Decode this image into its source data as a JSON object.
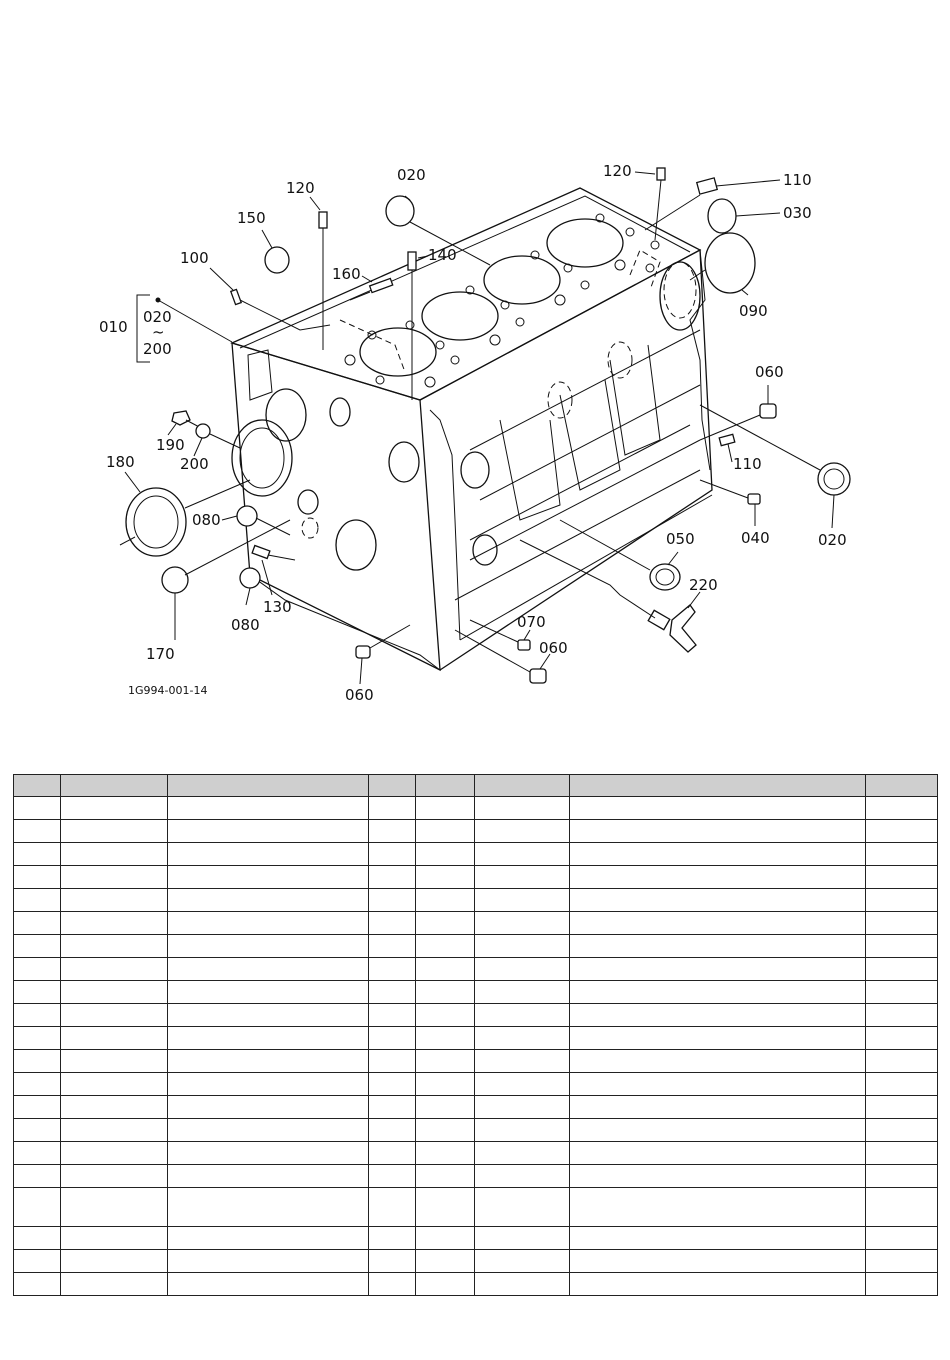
{
  "figure": {
    "code": "1G994-001-14",
    "callouts": {
      "c010": "010",
      "c020a": "020",
      "c020b": "020",
      "c020c": "020",
      "c030": "030",
      "c040": "040",
      "c050": "050",
      "c060a": "060",
      "c060b": "060",
      "c060c": "060",
      "c070": "070",
      "c080a": "080",
      "c080b": "080",
      "c090": "090",
      "c100": "100",
      "c110a": "110",
      "c110b": "110",
      "c120a": "120",
      "c120b": "120",
      "c130": "130",
      "c140": "140",
      "c150": "150",
      "c160": "160",
      "c170": "170",
      "c180": "180",
      "c190": "190",
      "c200a": "200",
      "c200b": "200",
      "c220": "220",
      "tilde": "~"
    }
  },
  "table": {
    "headers": [
      "",
      "",
      "",
      "",
      "",
      "",
      "",
      ""
    ],
    "rows": [
      [
        "",
        "",
        "",
        "",
        "",
        "",
        "",
        ""
      ],
      [
        "",
        "",
        "",
        "",
        "",
        "",
        "",
        ""
      ],
      [
        "",
        "",
        "",
        "",
        "",
        "",
        "",
        ""
      ],
      [
        "",
        "",
        "",
        "",
        "",
        "",
        "",
        ""
      ],
      [
        "",
        "",
        "",
        "",
        "",
        "",
        "",
        ""
      ],
      [
        "",
        "",
        "",
        "",
        "",
        "",
        "",
        ""
      ],
      [
        "",
        "",
        "",
        "",
        "",
        "",
        "",
        ""
      ],
      [
        "",
        "",
        "",
        "",
        "",
        "",
        "",
        ""
      ],
      [
        "",
        "",
        "",
        "",
        "",
        "",
        "",
        ""
      ],
      [
        "",
        "",
        "",
        "",
        "",
        "",
        "",
        ""
      ],
      [
        "",
        "",
        "",
        "",
        "",
        "",
        "",
        ""
      ],
      [
        "",
        "",
        "",
        "",
        "",
        "",
        "",
        ""
      ],
      [
        "",
        "",
        "",
        "",
        "",
        "",
        "",
        ""
      ],
      [
        "",
        "",
        "",
        "",
        "",
        "",
        "",
        ""
      ],
      [
        "",
        "",
        "",
        "",
        "",
        "",
        "",
        ""
      ],
      [
        "",
        "",
        "",
        "",
        "",
        "",
        "",
        ""
      ],
      [
        "",
        "",
        "",
        "",
        "",
        "",
        "",
        ""
      ],
      [
        "",
        "",
        "",
        "",
        "",
        "",
        "",
        ""
      ],
      [
        "",
        "",
        "",
        "",
        "",
        "",
        "",
        ""
      ],
      [
        "",
        "",
        "",
        "",
        "",
        "",
        "",
        ""
      ],
      [
        "",
        "",
        "",
        "",
        "",
        "",
        "",
        ""
      ]
    ],
    "tall_row_index": 17,
    "header_color": "#cfcfcf"
  }
}
